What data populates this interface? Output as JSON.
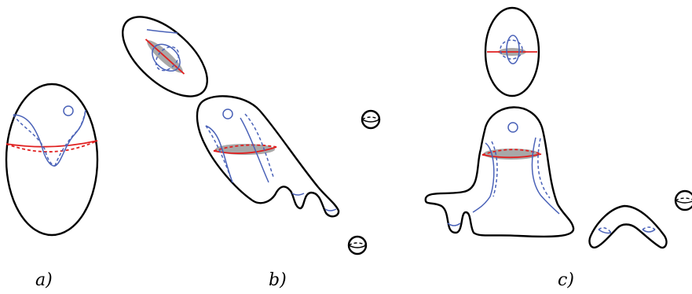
{
  "panels": [
    {
      "id": "a",
      "label": "a)"
    },
    {
      "id": "b",
      "label": "b)"
    },
    {
      "id": "c",
      "label": "c)"
    }
  ],
  "colors": {
    "outline": "#000000",
    "curve": "#4a62b8",
    "cut": "#e02020",
    "disk": "#a8a8a8"
  }
}
